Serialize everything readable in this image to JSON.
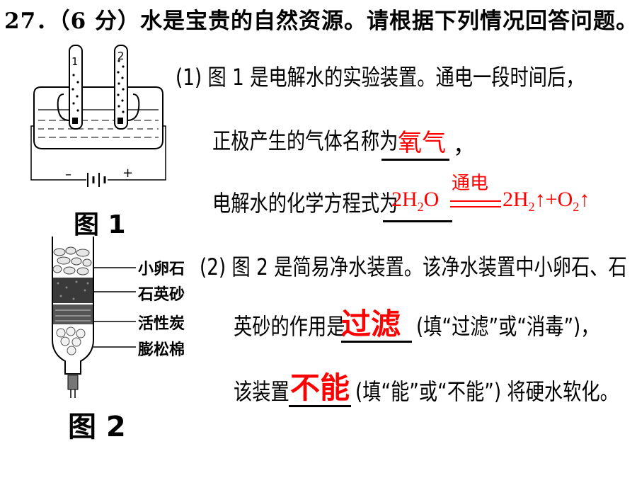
{
  "question": {
    "title": "27．（6 分）水是宝贵的自然资源。请根据下列情况回答问题。"
  },
  "figure1": {
    "label": "图 1",
    "tube1": "1",
    "tube2": "2",
    "minus": "–",
    "plus": "+"
  },
  "figure2": {
    "label": "图 2",
    "layers": [
      "小卵石",
      "石英砂",
      "活性炭",
      "膨松棉"
    ]
  },
  "part1": {
    "intro": "(1) 图 1 是电解水的实验装置。通电一段时间后，",
    "gas_prefix": "正极产生的气体名称为",
    "gas_answer": "氧气",
    "gas_suffix": "，",
    "eq_prefix": "电解水的化学方程式为",
    "eq_condition": "通电",
    "eq_left": "2H",
    "eq_left_sub": "2",
    "eq_left_end": "O",
    "eq_right1": "2H",
    "eq_right1_sub": "2",
    "eq_right1_arrow": "↑+O",
    "eq_right2_sub": "2",
    "eq_right2_arrow": "↑"
  },
  "part2": {
    "intro": "(2) 图 2 是简易净水装置。该净水装置中小卵石、石",
    "role_prefix": "英砂的作用是",
    "role_answer": "过滤",
    "role_suffix": "(填“过滤”或“消毒”)，",
    "soft_prefix": "该装置",
    "soft_answer": "不能",
    "soft_suffix": "(填“能”或“不能”) 将硬水软化。"
  },
  "colors": {
    "answer": "#ff0000",
    "text": "#000000"
  }
}
